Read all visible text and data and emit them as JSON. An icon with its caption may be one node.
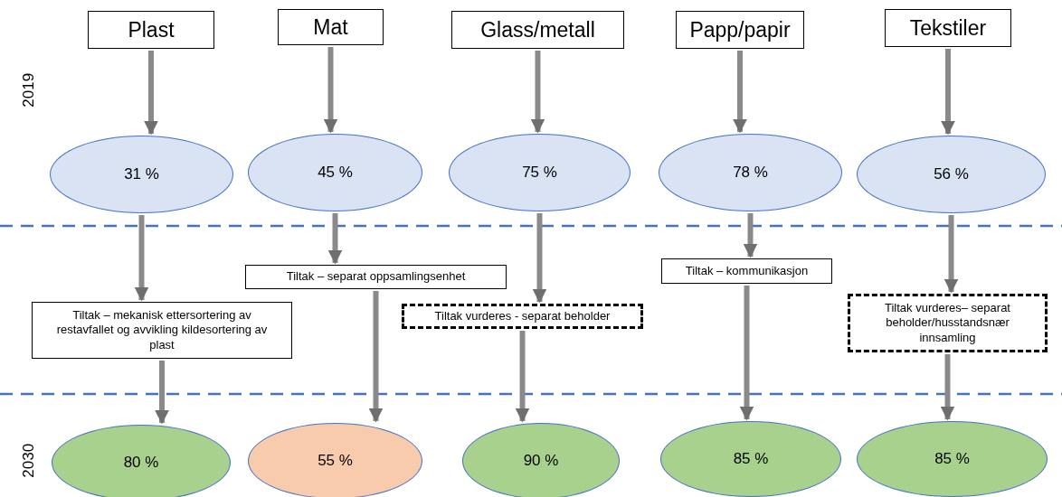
{
  "diagram": {
    "nodes": [
      {
        "text": [
          "Plast"
        ]
      },
      {
        "text": [
          "Mat"
        ]
      },
      {
        "text": [
          "Glass/metall"
        ]
      },
      {
        "text": [
          "Papp/papir"
        ]
      },
      {
        "text": [
          "Tekstiler"
        ]
      },
      {
        "text": [
          "31 %"
        ]
      },
      {
        "text": [
          "45 %"
        ]
      },
      {
        "text": [
          "75 %"
        ]
      },
      {
        "text": [
          "78 %"
        ]
      },
      {
        "text": [
          "56 %"
        ]
      },
      {
        "text": [
          "Tiltak – mekanisk ettersortering av restavfallet og avvikling kildesortering av plast"
        ]
      },
      {
        "text": [
          "Tiltak – separat oppsamlingsenhet"
        ]
      },
      {
        "text": [
          "Tiltak vurderes - separat beholder"
        ]
      },
      {
        "text": [
          "Tiltak – kommunikasjon"
        ]
      },
      {
        "text": [
          "Tiltak vurderes– separat beholder/husstandsnær innsamling"
        ]
      },
      {
        "text": [
          "80 %"
        ]
      },
      {
        "text": [
          "55 %"
        ]
      },
      {
        "text": [
          "90 %"
        ]
      },
      {
        "text": [
          "85 %"
        ]
      },
      {
        "text": [
          "85 %"
        ]
      }
    ],
    "edges": [
      {
        "from": 0,
        "to": 5,
        "arrow": "to"
      },
      {
        "from": 1,
        "to": 6,
        "arrow": "to"
      },
      {
        "from": 2,
        "to": 7,
        "arrow": "to"
      },
      {
        "from": 3,
        "to": 8,
        "arrow": "to"
      },
      {
        "from": 4,
        "to": 9,
        "arrow": "to"
      },
      {
        "from": 5,
        "to": 10,
        "arrow": "to"
      },
      {
        "from": 6,
        "to": 11,
        "arrow": "to"
      },
      {
        "from": 7,
        "to": 12,
        "arrow": "to"
      },
      {
        "from": 8,
        "to": 13,
        "arrow": "to"
      },
      {
        "from": 9,
        "to": 14,
        "arrow": "to"
      },
      {
        "from": 10,
        "to": 15,
        "arrow": "to"
      },
      {
        "from": 11,
        "to": 16,
        "arrow": "to"
      },
      {
        "from": 12,
        "to": 17,
        "arrow": "to"
      },
      {
        "from": 13,
        "to": 18,
        "arrow": "to"
      },
      {
        "from": 14,
        "to": 19,
        "arrow": "to"
      }
    ],
    "labels": [
      "2019",
      "2030"
    ]
  }
}
